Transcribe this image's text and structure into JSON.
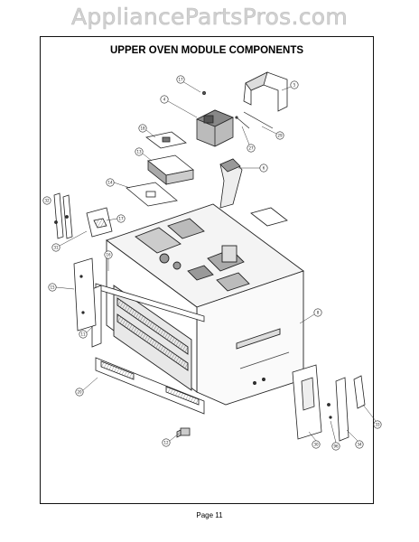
{
  "watermark": "AppliancePartsPros.com",
  "title": "UPPER OVEN MODULE COMPONENTS",
  "page_number": "Page 11",
  "callouts": [
    {
      "id": "c17",
      "label": "17"
    },
    {
      "id": "c5a",
      "label": "5"
    },
    {
      "id": "c4",
      "label": "4"
    },
    {
      "id": "c29",
      "label": "29"
    },
    {
      "id": "c27",
      "label": "27"
    },
    {
      "id": "c18",
      "label": "18"
    },
    {
      "id": "c6",
      "label": "6"
    },
    {
      "id": "c13",
      "label": "13"
    },
    {
      "id": "c14",
      "label": "14"
    },
    {
      "id": "c32",
      "label": "32"
    },
    {
      "id": "c17b",
      "label": "17"
    },
    {
      "id": "c31",
      "label": "31"
    },
    {
      "id": "c16",
      "label": "16"
    },
    {
      "id": "c15",
      "label": "15"
    },
    {
      "id": "c11",
      "label": "11"
    },
    {
      "id": "c8",
      "label": "8"
    },
    {
      "id": "c20",
      "label": "20"
    },
    {
      "id": "c12",
      "label": "12"
    },
    {
      "id": "c30",
      "label": "30"
    },
    {
      "id": "c96",
      "label": "96"
    },
    {
      "id": "c34",
      "label": "34"
    },
    {
      "id": "c33",
      "label": "33"
    }
  ]
}
